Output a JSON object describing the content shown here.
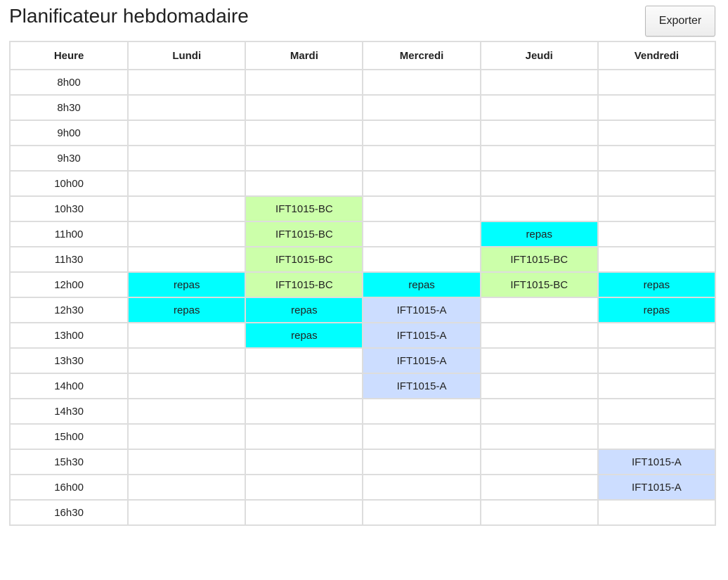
{
  "title": "Planificateur hebdomadaire",
  "export_label": "Exporter",
  "colors": {
    "course_bc": "#ccffaa",
    "course_a": "#ccddff",
    "meal": "#00ffff",
    "grid": "#dddddd"
  },
  "headers": [
    "Heure",
    "Lundi",
    "Mardi",
    "Mercredi",
    "Jeudi",
    "Vendredi"
  ],
  "rows": [
    {
      "time": "8h00",
      "cells": [
        "",
        "",
        "",
        "",
        ""
      ]
    },
    {
      "time": "8h30",
      "cells": [
        "",
        "",
        "",
        "",
        ""
      ]
    },
    {
      "time": "9h00",
      "cells": [
        "",
        "",
        "",
        "",
        ""
      ]
    },
    {
      "time": "9h30",
      "cells": [
        "",
        "",
        "",
        "",
        ""
      ]
    },
    {
      "time": "10h00",
      "cells": [
        "",
        "",
        "",
        "",
        ""
      ]
    },
    {
      "time": "10h30",
      "cells": [
        "",
        "IFT1015-BC",
        "",
        "",
        ""
      ]
    },
    {
      "time": "11h00",
      "cells": [
        "",
        "IFT1015-BC",
        "",
        "repas",
        ""
      ]
    },
    {
      "time": "11h30",
      "cells": [
        "",
        "IFT1015-BC",
        "",
        "IFT1015-BC",
        ""
      ]
    },
    {
      "time": "12h00",
      "cells": [
        "repas",
        "IFT1015-BC",
        "repas",
        "IFT1015-BC",
        "repas"
      ]
    },
    {
      "time": "12h30",
      "cells": [
        "repas",
        "repas",
        "IFT1015-A",
        "",
        "repas"
      ]
    },
    {
      "time": "13h00",
      "cells": [
        "",
        "repas",
        "IFT1015-A",
        "",
        ""
      ]
    },
    {
      "time": "13h30",
      "cells": [
        "",
        "",
        "IFT1015-A",
        "",
        ""
      ]
    },
    {
      "time": "14h00",
      "cells": [
        "",
        "",
        "IFT1015-A",
        "",
        ""
      ]
    },
    {
      "time": "14h30",
      "cells": [
        "",
        "",
        "",
        "",
        ""
      ]
    },
    {
      "time": "15h00",
      "cells": [
        "",
        "",
        "",
        "",
        ""
      ]
    },
    {
      "time": "15h30",
      "cells": [
        "",
        "",
        "",
        "",
        "IFT1015-A"
      ]
    },
    {
      "time": "16h00",
      "cells": [
        "",
        "",
        "",
        "",
        "IFT1015-A"
      ]
    },
    {
      "time": "16h30",
      "cells": [
        "",
        "",
        "",
        "",
        ""
      ]
    }
  ]
}
